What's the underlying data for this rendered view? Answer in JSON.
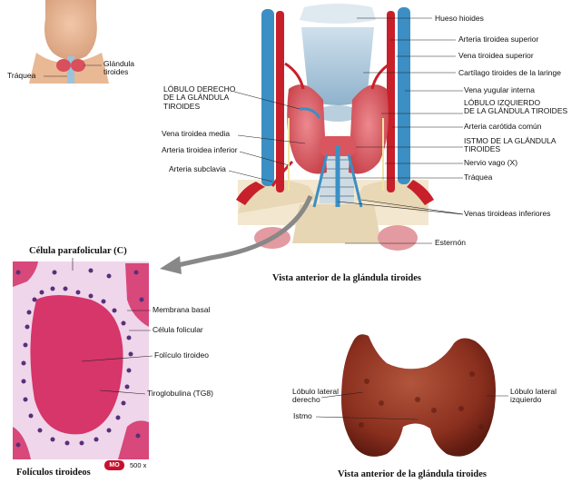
{
  "neck_inset": {
    "labels": {
      "trachea": "Tráquea",
      "gland": "Glándula\ntiroides"
    }
  },
  "anterior_view": {
    "caption": "Vista anterior de la glándula tiroides",
    "left_labels": [
      "LÓBULO DERECHO\nDE LA GLÁNDULA\nTIROIDES",
      "Vena tiroidea media",
      "Arteria tiroidea inferior",
      "Arteria subclavia"
    ],
    "right_labels": [
      "Hueso hioides",
      "Arteria tiroidea superior",
      "Vena tiroidea superior",
      "Cartílago tiroides de la laringe",
      "Vena yugular interna",
      "LÓBULO IZQUIERDO\nDE LA GLÁNDULA TIROIDES",
      "Arteria carótida común",
      "ISTMO DE LA GLÁNDULA\nTIROIDES",
      "Nervio vago (X)",
      "Tráquea",
      "Venas tiroideas inferiores",
      "Esternón"
    ]
  },
  "micrograph": {
    "title": "Célula parafolicular (C)",
    "caption": "Folículos tiroideos",
    "stain_badge": "MO",
    "magnification": "500 x",
    "labels": [
      "Membrana basal",
      "Célula folicular",
      "Folículo tiroideo",
      "Tiroglobulina (TG8)"
    ]
  },
  "specimen": {
    "caption": "Vista anterior de la glándula tiroides",
    "labels": {
      "right_lobe": "Lóbulo lateral\nderecho",
      "isthmus": "Istmo",
      "left_lobe": "Lóbulo lateral\nizquierdo"
    }
  },
  "colors": {
    "gland": "#d95a63",
    "artery": "#c8202a",
    "vein": "#3b8fc4",
    "cartilage": "#a9c4d9",
    "stain_badge": "#c8102e",
    "specimen": "#8a2f1e"
  }
}
